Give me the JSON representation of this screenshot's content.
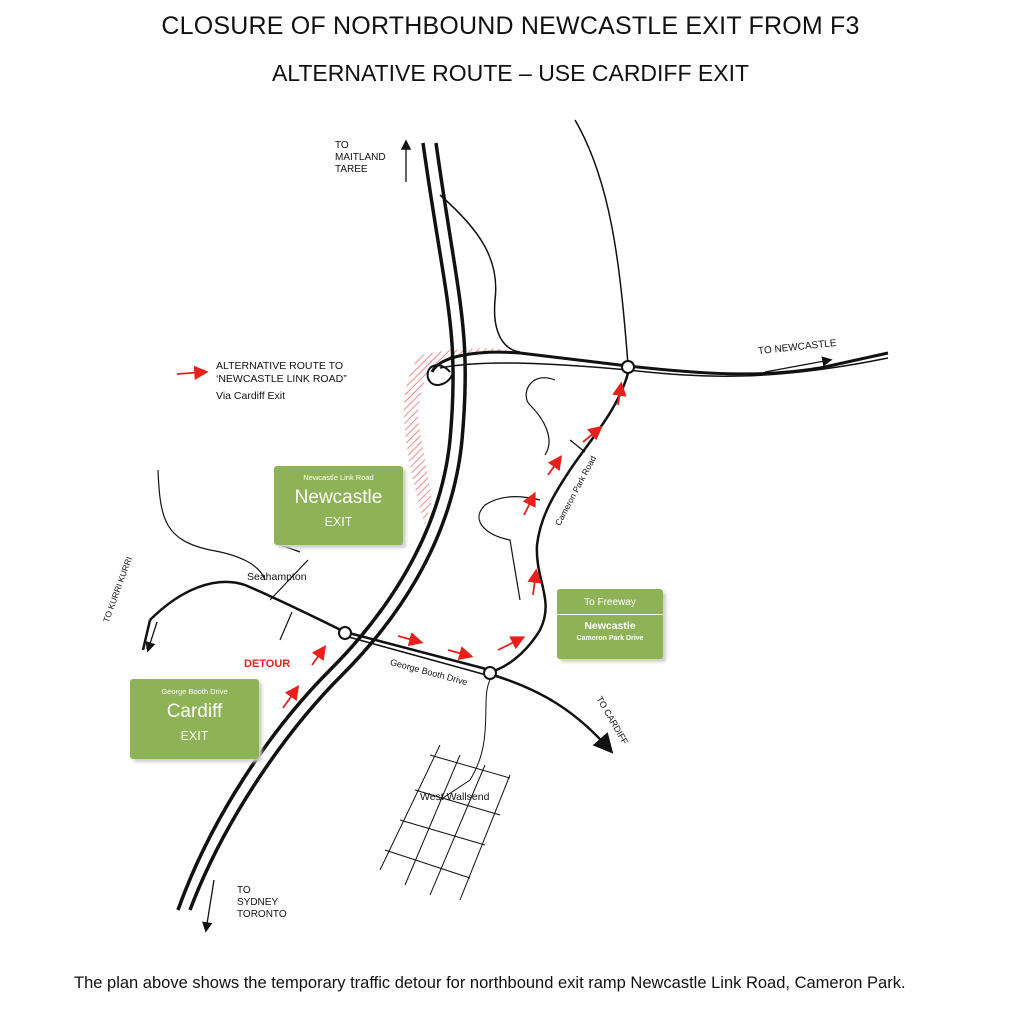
{
  "title": "CLOSURE OF NORTHBOUND NEWCASTLE EXIT FROM F3",
  "subtitle": "ALTERNATIVE ROUTE – USE CARDIFF EXIT",
  "legend": {
    "line1": "ALTERNATIVE ROUTE TO",
    "line2": "‘NEWCASTLE LINK ROAD”",
    "line3": "Via Cardiff Exit",
    "arrow_color": "#e8201c"
  },
  "directions": {
    "north": "TO\nMAITLAND\nTAREE",
    "south": "TO\nSYDNEY\nTORONTO",
    "newcastle": "TO NEWCASTLE",
    "kurri": "TO KURRI KURRI",
    "cardiff": "TO CARDIFF"
  },
  "places": {
    "seahampton": "Seahampton",
    "west_wallsend": "West Wallsend",
    "george_booth": "George Booth Drive",
    "cameron_park": "Cameron Park Road",
    "detour": "DETOUR"
  },
  "signs": {
    "newcastle_exit": {
      "top": "Newcastle Link Road",
      "main": "Newcastle",
      "sub": "EXIT"
    },
    "cardiff_exit": {
      "top": "George Booth Drive",
      "main": "Cardiff",
      "sub": "EXIT"
    },
    "freeway": {
      "top": "To Freeway",
      "main": "Newcastle",
      "sub": "Cameron Park Drive"
    }
  },
  "colors": {
    "sign_green": "#8db356",
    "detour_red": "#e8201c",
    "closed_hatch": "#f08a8a"
  },
  "caption": "The plan above shows the temporary traffic detour for northbound exit ramp Newcastle Link Road, Cameron Park."
}
